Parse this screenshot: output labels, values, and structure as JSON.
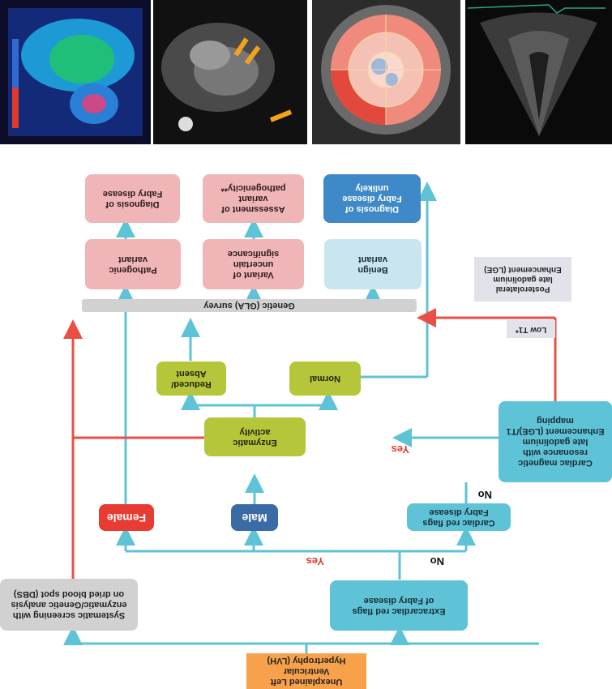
{
  "colors": {
    "teal_arrow": "#5ec3d6",
    "red_arrow": "#e85045",
    "orange_box": "#f7a24b",
    "pink_box": "#f0b5b7",
    "blue_box": "#3f89c8"
  },
  "images": [
    {
      "icon": "echocardiogram-icon"
    },
    {
      "icon": "bullseye-strain-map-icon"
    },
    {
      "icon": "cardiac-mri-lge-icon"
    },
    {
      "icon": "t1-mapping-icon"
    }
  ],
  "nodes": {
    "lvh": "Unexplained Left Ventricular\nHypertrophy (LVH)",
    "screening": "Systematic screening with\nenzymatic/Genetic analysis\non dried blood spot (DBS)",
    "extracardiac": "Extracardiac red flags\nof Fabry disease",
    "male": "Male",
    "female": "Female",
    "cardiac_flags": "Cardiac red flags\nFabry disease",
    "cmr": "Cardiac magnetic\nresonance with\nlate gadolinium\nEnhancement (LGE)/T1\nmapping",
    "enzymatic": "Enzymatic\nactivity",
    "reduced": "Reduced/\nAbsent",
    "normal": "Normal",
    "genetic": "Genetic (GLA) survey",
    "pathogenic": "Pathogenic\nvariant",
    "vus": "Variant of\nuncertain\nsignificance",
    "benign": "Benign\nvariant",
    "dx_fabry": "Diagnosis of\nFabry disease",
    "assessment": "Assessment of\nvariant\npathogenicity**",
    "dx_unlikely": "Diagnosis of\nFabry disease\nunlikely"
  },
  "notes": {
    "lge": "Posterolateral\nlate gadolinium\nEnhancement (LGE)",
    "t1": "Low T1*"
  },
  "edge_labels": {
    "no_1": "No",
    "yes_1": "Yes",
    "no_2": "No",
    "yes_2": "Yes"
  }
}
